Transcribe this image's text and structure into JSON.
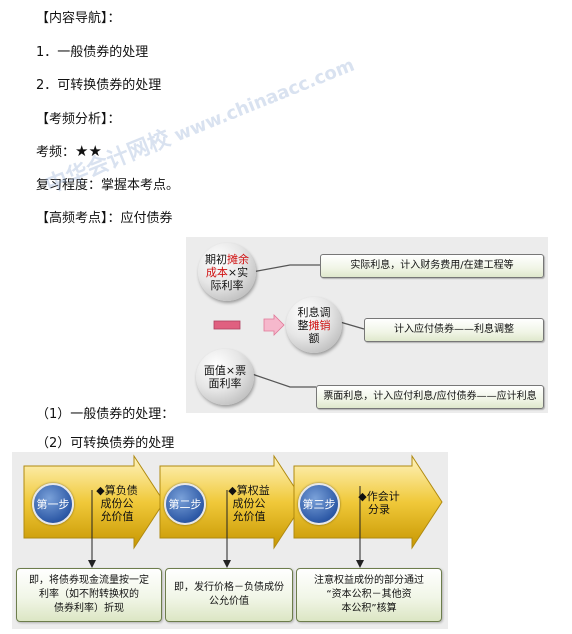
{
  "doc": {
    "nav_heading": "【内容导航】：",
    "item1": "1．一般债券的处理",
    "item2": "2．可转换债券的处理",
    "analysis_heading": "【考频分析】：",
    "freq_label": "考频：",
    "freq_stars": "★★",
    "review_label": "复习程度：掌握本考点。",
    "key_heading": "【高频考点】：应付债券",
    "sub1": "（1）一般债券的处理：",
    "sub2": "（2）可转换债券的处理"
  },
  "watermark": {
    "name": "中华会计网校",
    "url": "www.chinaacc.com",
    "url_partial": "chinaacc.c"
  },
  "diagram1": {
    "ball_top": {
      "line1_a": "期初",
      "line1_b": "摊余",
      "line2_a": "成本",
      "line2_b": "×实",
      "line3": "际利率"
    },
    "ball_mid": {
      "line1": "利息调",
      "line2_a": "整",
      "line2_b": "摊销",
      "line3": "额"
    },
    "ball_bottom": {
      "line1": "面值×票",
      "line2": "面利率"
    },
    "box_top": "实际利息，计入财务费用/在建工程等",
    "box_mid": "计入应付债券——利息调整",
    "box_bottom": "票面利息，计入应付利息/应付债券——应计利息",
    "colors": {
      "accent_red": "#d01010",
      "minus_pink": "#e06080",
      "arrow_pink": "#ee88aa"
    }
  },
  "diagram2": {
    "steps": [
      {
        "label": "第一步",
        "text_lines": [
          "◆算负债",
          "成份公",
          "允价值"
        ],
        "note_lines": [
          "即，将债券现金流量按一定",
          "利率（如不附转换权的",
          "债券利率）折现"
        ]
      },
      {
        "label": "第二步",
        "text_lines": [
          "◆算权益",
          "成份公",
          "允价值"
        ],
        "note_lines": [
          "即，发行价格－负债成份",
          "公允价值"
        ]
      },
      {
        "label": "第三步",
        "text_lines": [
          "◆作会计",
          "分录"
        ],
        "note_lines": [
          "注意权益成份的部分通过",
          "“资本公积－其他资",
          "本公积”核算"
        ]
      }
    ],
    "colors": {
      "arrow_gold": "#d9a800",
      "step_blue": "#2d59a6"
    }
  }
}
